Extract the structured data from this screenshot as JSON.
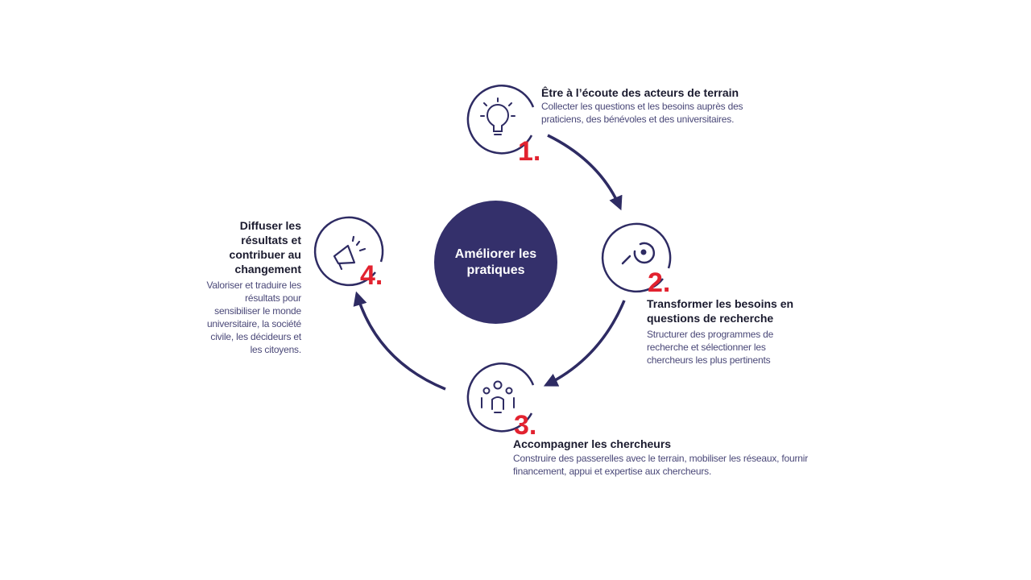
{
  "center": {
    "label": "Améliorer les pratiques"
  },
  "steps": [
    {
      "number": "1.",
      "icon": "lightbulb-icon",
      "title": "Être à l’écoute des acteurs de terrain",
      "description": "Collecter les questions et les besoins auprès des praticiens, des bénévoles et des universitaires."
    },
    {
      "number": "2.",
      "icon": "search-icon",
      "title": "Transformer les besoins en questions de recherche",
      "description": "Structurer des programmes de recherche et sélectionner les chercheurs les plus pertinents"
    },
    {
      "number": "3.",
      "icon": "people-icon",
      "title": "Accompagner les chercheurs",
      "description": "Construire des passerelles avec le terrain, mobiliser les réseaux, fournir financement, appui et expertise aux chercheurs."
    },
    {
      "number": "4.",
      "icon": "megaphone-icon",
      "title": "Diffuser les résultats et contribuer au changement",
      "description": "Valoriser et traduire les résultats pour sensibiliser le monde universitaire, la société civile, les décideurs et les citoyens."
    }
  ],
  "colors": {
    "navy": "#34306b",
    "accent_red": "#e2222f",
    "text_muted": "#4a4878"
  }
}
